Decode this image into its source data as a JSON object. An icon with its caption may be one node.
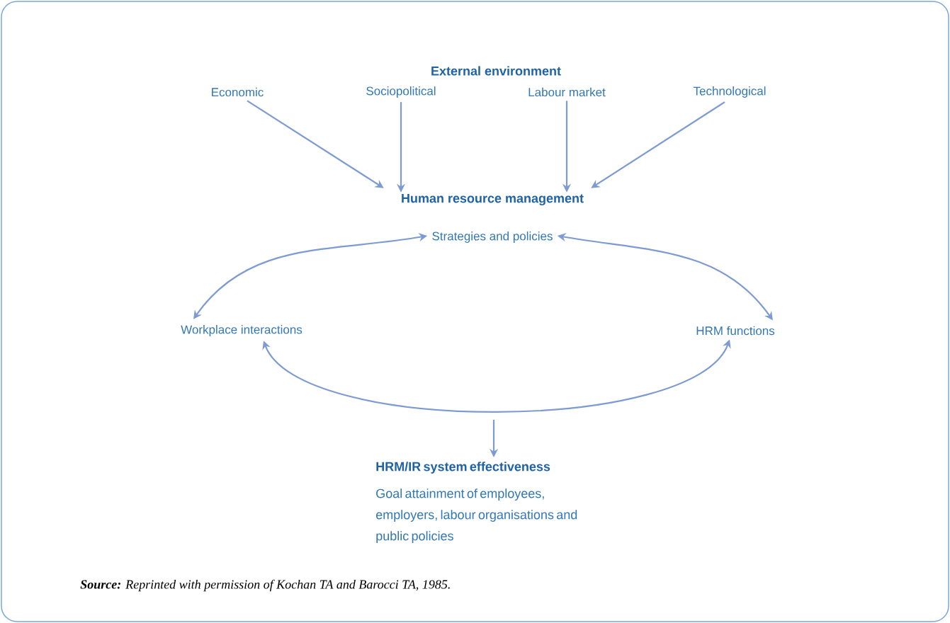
{
  "diagram": {
    "caption": "**Source:** Reprinted with permission of Kochan TA and Barocci TA, 1985.",
    "nodes": [
      {
        "text": [
          "Economic"
        ]
      },
      {
        "text": [
          "Sociopolitical"
        ]
      },
      {
        "text": [
          "Labour market"
        ]
      },
      {
        "text": [
          "Technological"
        ]
      },
      {
        "text": [
          "Human resource management"
        ]
      },
      {
        "text": [
          "Strategies and policies"
        ]
      },
      {
        "text": [
          "Workplace interactions"
        ]
      },
      {
        "text": [
          "HRM functions"
        ]
      },
      {
        "text": [
          "HRM/IR system effectiveness",
          "Goal attainment of employees, employers, labour organisations and public policies"
        ]
      }
    ],
    "edges": [
      {
        "from": 0,
        "to": 4,
        "arrow": "to"
      },
      {
        "from": 1,
        "to": 4,
        "arrow": "to"
      },
      {
        "from": 2,
        "to": 4,
        "arrow": "to"
      },
      {
        "from": 3,
        "to": 4,
        "arrow": "to"
      },
      {
        "from": 5,
        "to": 6,
        "arrow": "both"
      },
      {
        "from": 5,
        "to": 7,
        "arrow": "both"
      },
      {
        "from": 6,
        "to": 7,
        "arrow": "both"
      },
      {
        "from": null,
        "to": 8,
        "arrow": "to"
      }
    ],
    "labels": [
      "External environment"
    ]
  }
}
